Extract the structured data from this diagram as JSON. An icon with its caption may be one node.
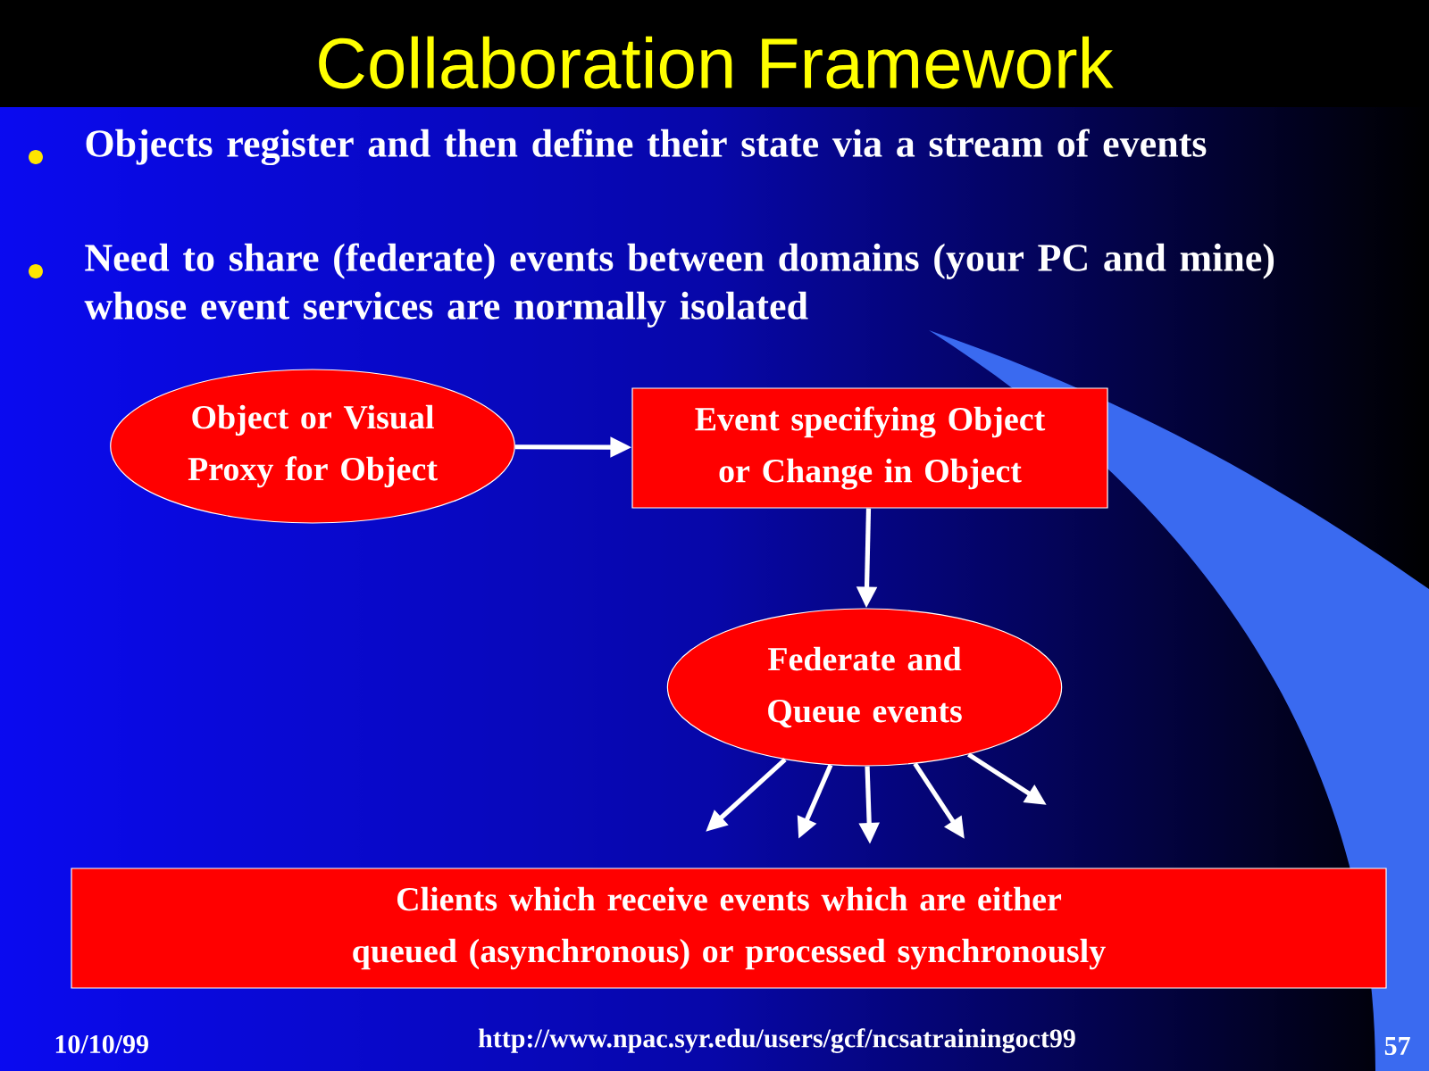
{
  "diagram": {
    "title": "Collaboration Framework",
    "nodes": [
      {
        "text": [
          "Object or Visual Proxy for Object"
        ]
      },
      {
        "text": [
          "Event specifying Object or Change in Object"
        ]
      },
      {
        "text": [
          "Federate and Queue events"
        ]
      },
      {
        "text": [
          "Clients which receive events which are either queued (asynchronous) or processed synchronously"
        ]
      }
    ],
    "edges": [
      {
        "from": 0,
        "to": 1,
        "arrow": "to"
      },
      {
        "from": 1,
        "to": 2,
        "arrow": "to"
      },
      {
        "from": 2,
        "to": null,
        "arrow": "to"
      },
      {
        "from": 2,
        "to": null,
        "arrow": "to"
      },
      {
        "from": 2,
        "to": null,
        "arrow": "to"
      },
      {
        "from": 2,
        "to": null,
        "arrow": "to"
      },
      {
        "from": 2,
        "to": null,
        "arrow": "to"
      }
    ],
    "labels": [
      "Objects register and then define their state via a stream of events",
      "Need to share (federate) events between domains (your PC and mine) whose event services are normally isolated",
      "10/10/99",
      "http://www.npac.syr.edu/users/gcf/ncsatrainingoct99",
      "57"
    ]
  }
}
